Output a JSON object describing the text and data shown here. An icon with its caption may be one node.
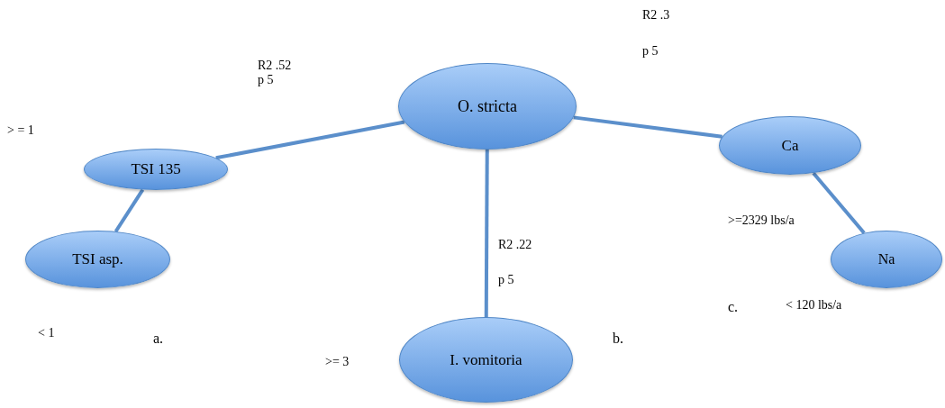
{
  "diagram": {
    "nodes": [
      {
        "text": [
          "O. stricta"
        ]
      },
      {
        "text": [
          "TSI 135"
        ]
      },
      {
        "text": [
          "Ca"
        ]
      },
      {
        "text": [
          "TSI asp."
        ]
      },
      {
        "text": [
          "Na"
        ]
      },
      {
        "text": [
          "I. vomitoria"
        ]
      }
    ],
    "edges": [
      {
        "from": 0,
        "to": 1,
        "arrow": "none"
      },
      {
        "from": 1,
        "to": 3,
        "arrow": "none"
      },
      {
        "from": 0,
        "to": 5,
        "arrow": "none"
      },
      {
        "from": 0,
        "to": 2,
        "arrow": "none"
      },
      {
        "from": 2,
        "to": 4,
        "arrow": "none"
      }
    ],
    "labels": [
      "R2 .3",
      "p 5",
      "R2 .52",
      "p 5",
      "> = 1",
      ">=2329 lbs/a",
      "R2 .22",
      "p 5",
      "c.",
      "< 120 lbs/a",
      "< 1",
      "a.",
      "b.",
      ">= 3"
    ]
  }
}
